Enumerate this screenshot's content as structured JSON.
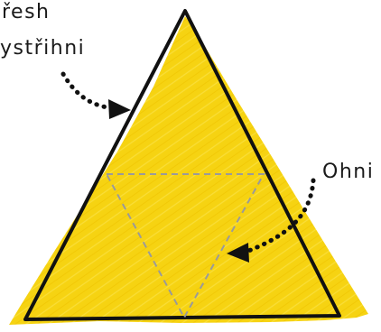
{
  "labels": {
    "cut_line1": "řesh",
    "cut_line2": "ystřihni",
    "fold": "Ohni"
  },
  "colors": {
    "paper": "#f6d312",
    "paper_shade": "#f3c400",
    "outline": "#111111",
    "fold_line": "#9a9a9a",
    "arrow": "#111111"
  }
}
